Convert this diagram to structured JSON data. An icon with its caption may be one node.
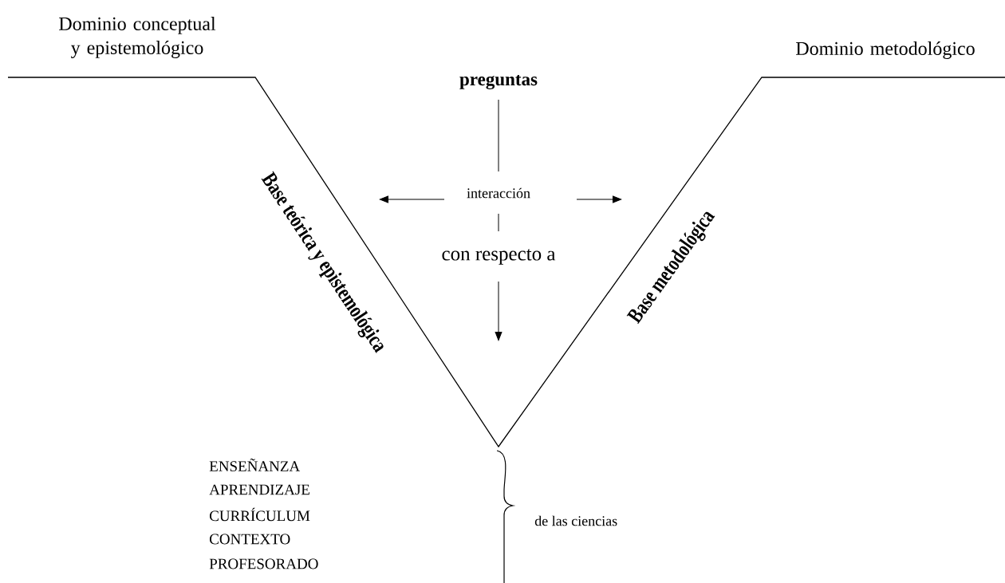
{
  "diagram": {
    "labels": [
      "Dominio conceptual y epistemológico",
      "Dominio metodológico",
      "preguntas",
      "Base teórica y epistemológica",
      "interacción",
      "Base metodológica",
      "con respecto a",
      "ENSEÑANZA",
      "APRENDIZAJE",
      "CURRÍCULUM",
      "CONTEXTO",
      "PROFESORADO",
      "de las ciencias"
    ]
  }
}
